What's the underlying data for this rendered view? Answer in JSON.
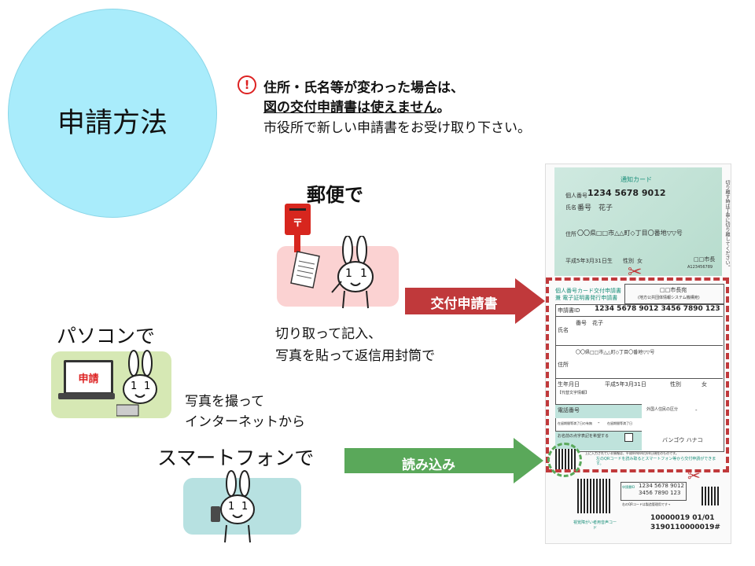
{
  "title": "申請方法",
  "notice": {
    "icon": "exclamation-circle-icon",
    "line1": "住所・氏名等が変わった場合は、",
    "line2_underlined": "図の交付申請書は使えません",
    "line2_end": "。",
    "line3": "市役所で新しい申請書をお受け取り下さい。"
  },
  "methods": {
    "mail": {
      "heading": "郵便で",
      "desc1": "切り取って記入、",
      "desc2": "写真を貼って返信用封筒で",
      "arrow_label": "交付申請書"
    },
    "pc": {
      "heading": "パソコンで",
      "screen_text": "申請",
      "desc1": "写真を撮って",
      "desc2": "インターネットから"
    },
    "smartphone": {
      "heading": "スマートフォンで",
      "arrow_label": "読み込み"
    }
  },
  "form": {
    "card_title": "通知カード",
    "personal_no_label": "個人番号",
    "personal_no": "1234 5678 9012",
    "name_label": "氏名",
    "name": "番号　花子",
    "address_label": "住所",
    "address": "〇〇県□□市△△町◇丁目〇番地▽▽号",
    "birth": "平成5年3月31日生",
    "gender_label": "性別",
    "gender": "女",
    "issuer": "□□市長",
    "issue_code": "A123456789",
    "side_note": "切り離す時は丁寧に切り離してください。",
    "app_title1": "個人番号カード交付申請書",
    "app_title2": "兼 電子証明書発行申請書",
    "mayor_box": "□□市長宛",
    "mayor_sub": "(地方公共団体情報システム機構宛)",
    "app_id_label": "申請書ID",
    "app_id": "1234 5678 9012 3456 7890 123",
    "birth_label": "生年月日",
    "birth2": "平成5年3月31日",
    "alt_char_label": "【代替文字情報】",
    "phone_label": "電話番号",
    "foreign_label": "外国人住民の区分",
    "stay_label1": "在留期間等満了日の有無",
    "stay_label2": "在留期間等満了日",
    "dash": "-",
    "kana_label": "お名前の点字表記を希望する",
    "kana": "バンゴウ ハナコ",
    "info_note": "上に入力されている情報は、平成00年00月00日現在のものです。",
    "qr_note": "左のQRコードを読み取るとスマートフォン等から交付申請ができます。",
    "app_id2_label": "申請書ID",
    "app_id2_line1": "1234 5678 9012",
    "app_id2_line2": "3456 7890 123",
    "mgmt_note": "右のQRコードは製造管理用です→",
    "voice_code": "視覚障がい者用音声コード",
    "serial1": "10000019 01/01",
    "serial2": "3190110000019#"
  },
  "colors": {
    "circle": "#a9ecfb",
    "red": "#c0393b",
    "green": "#5aa85a",
    "pink_panel": "#fbd2d2",
    "green_panel": "#d6e8b4",
    "teal_panel": "#b7e1e1"
  }
}
